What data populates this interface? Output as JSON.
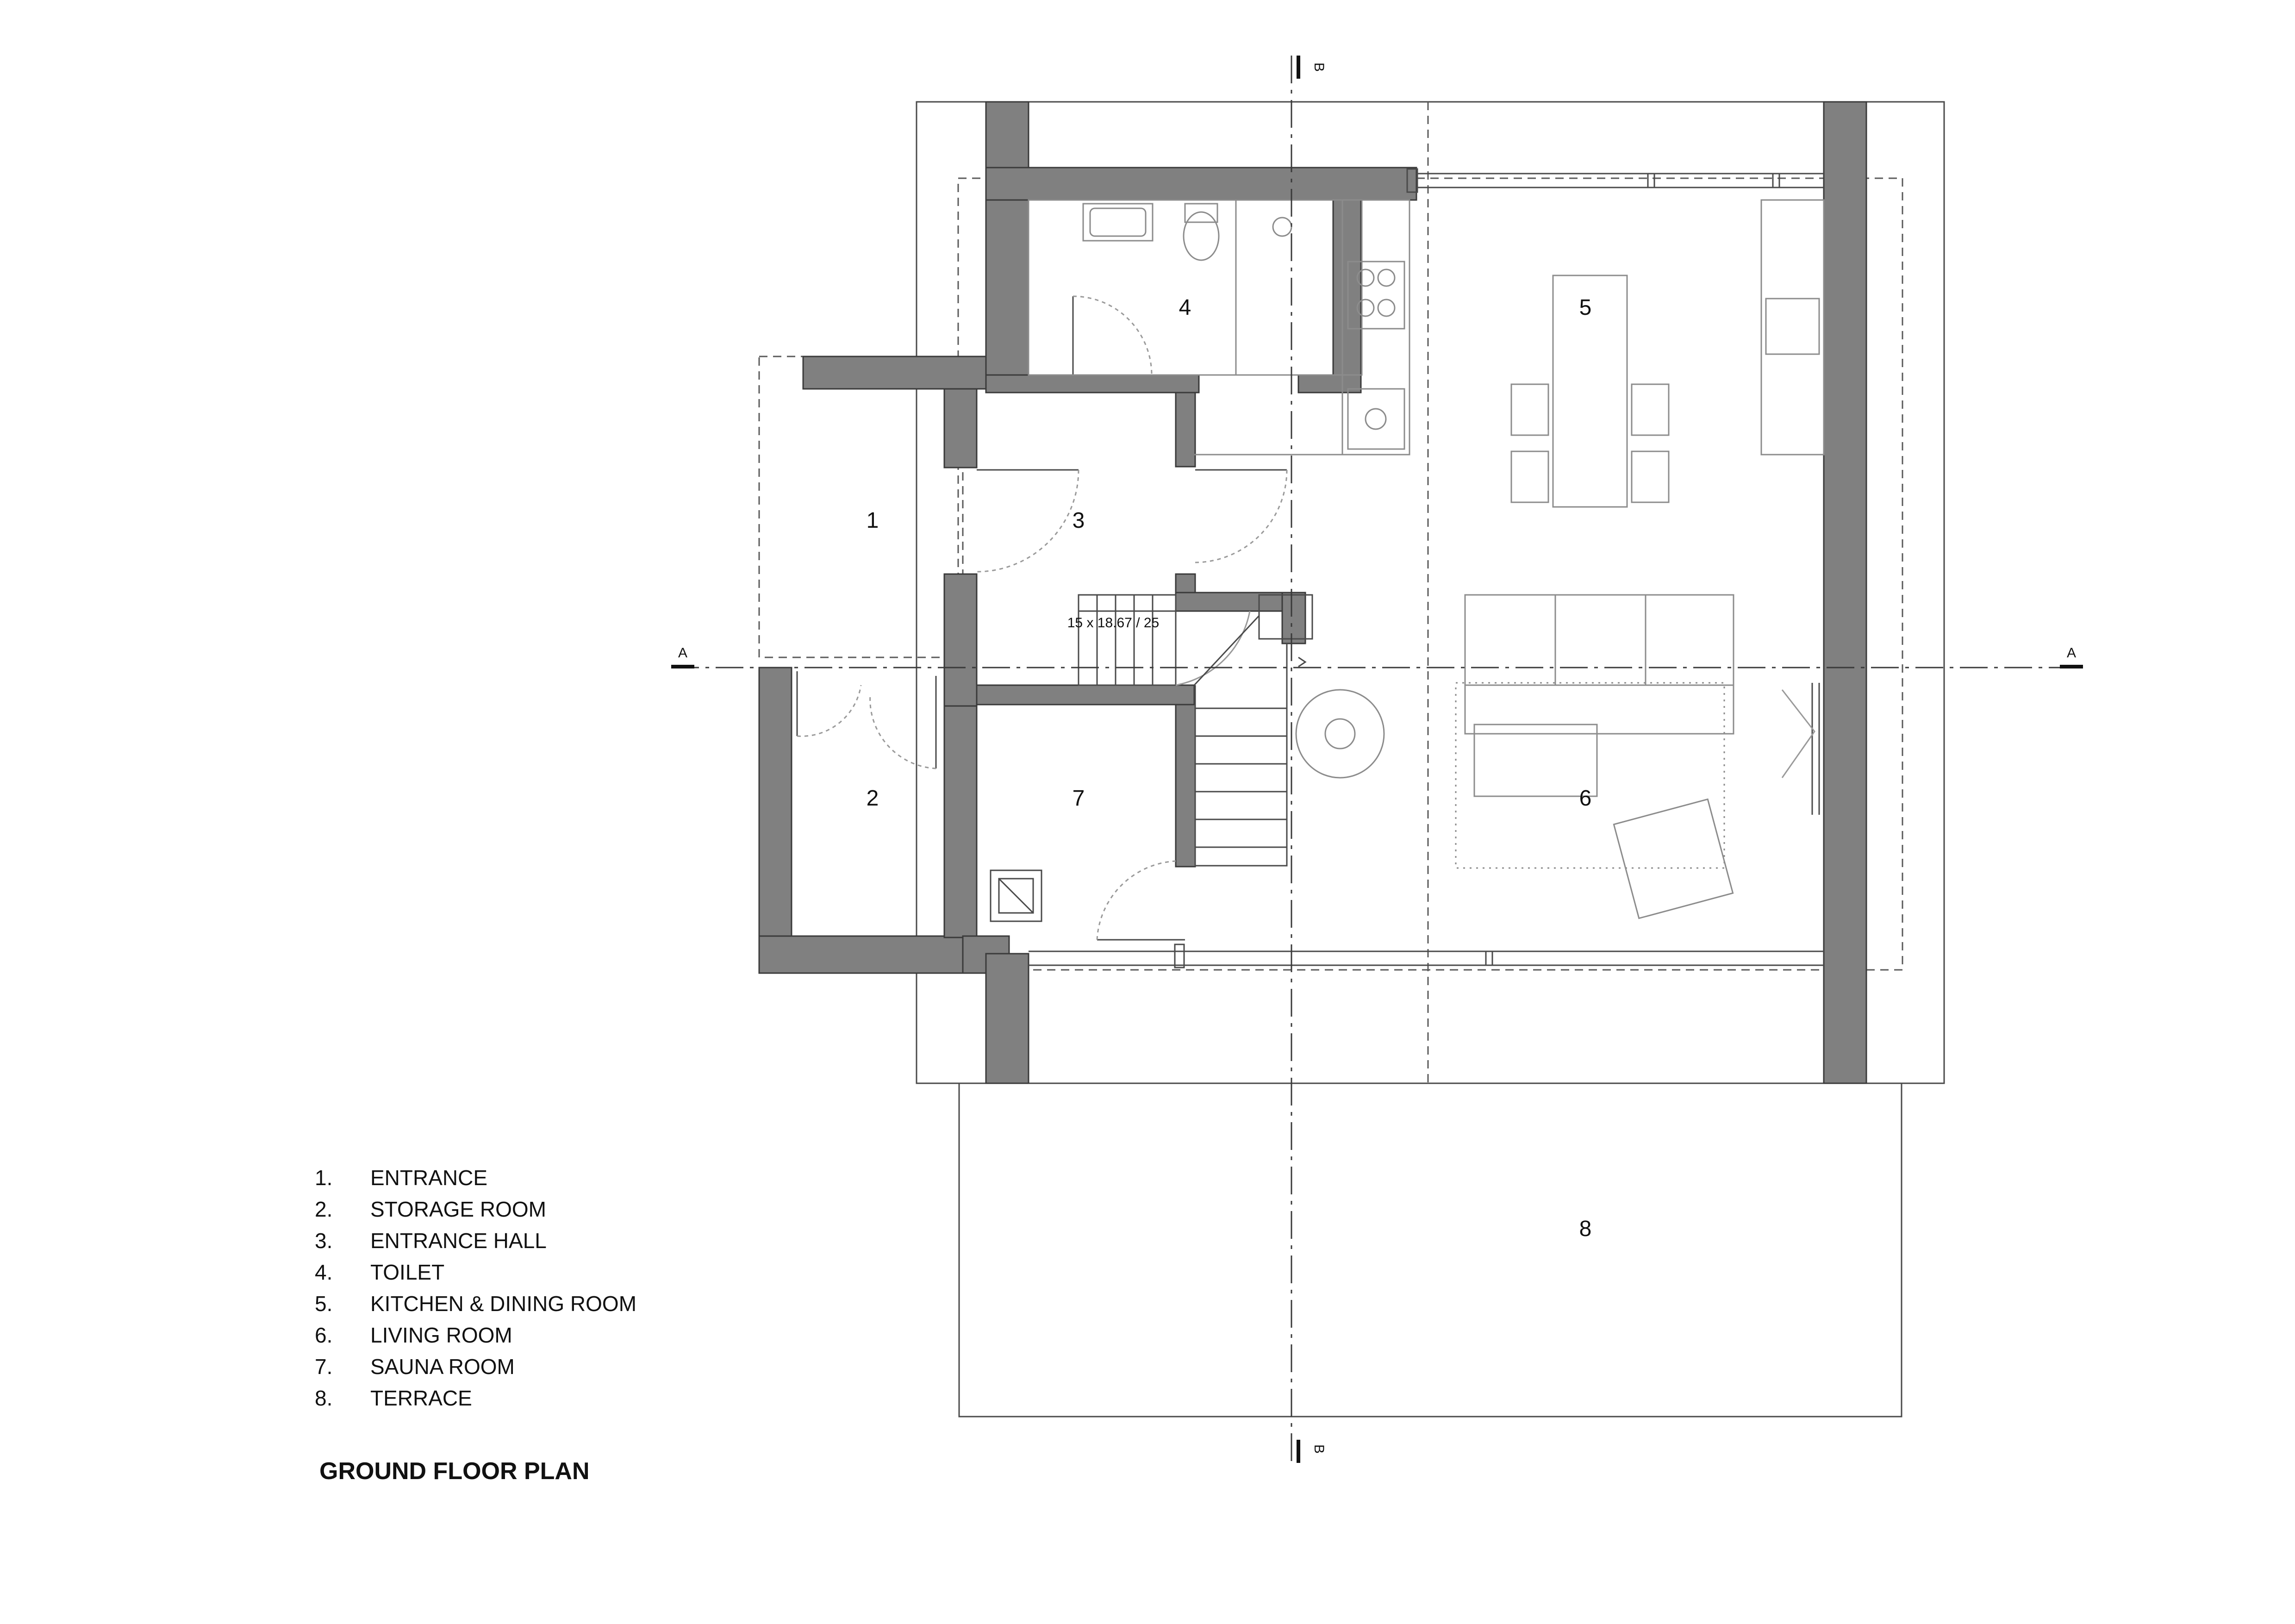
{
  "rooms": [
    {
      "num": "1"
    },
    {
      "num": "2"
    },
    {
      "num": "3"
    },
    {
      "num": "4"
    },
    {
      "num": "5"
    },
    {
      "num": "6"
    },
    {
      "num": "7"
    },
    {
      "num": "8"
    }
  ],
  "stair_label": "15 x 18.67 / 25",
  "section_marks": {
    "a": "A",
    "b": "B"
  },
  "legend": [
    {
      "num": "1.",
      "name": "ENTRANCE"
    },
    {
      "num": "2.",
      "name": "STORAGE ROOM"
    },
    {
      "num": "3.",
      "name": "ENTRANCE HALL"
    },
    {
      "num": "4.",
      "name": "TOILET"
    },
    {
      "num": "5.",
      "name": "KITCHEN & DINING ROOM"
    },
    {
      "num": "6.",
      "name": "LIVING ROOM"
    },
    {
      "num": "7.",
      "name": "SAUNA ROOM"
    },
    {
      "num": "8.",
      "name": "TERRACE"
    }
  ],
  "title": "GROUND FLOOR PLAN",
  "colors": {
    "wall": "#808080",
    "line": "#4a4a4a"
  }
}
